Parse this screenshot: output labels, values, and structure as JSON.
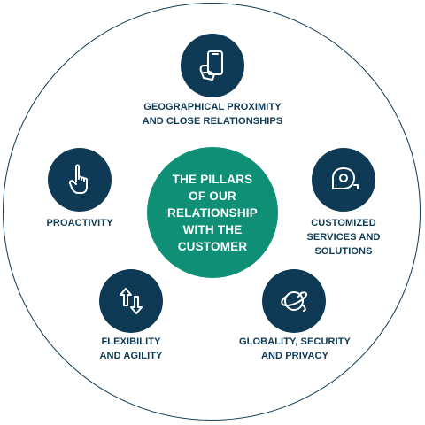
{
  "center": {
    "lines": [
      "THE PILLARS",
      "OF OUR",
      "RELATIONSHIP",
      "WITH THE",
      "CUSTOMER"
    ]
  },
  "pillars": [
    {
      "id": "geo",
      "icon": "smartphone-hand-icon",
      "lines": [
        "GEOGRAPHICAL PROXIMITY",
        "AND CLOSE RELATIONSHIPS"
      ]
    },
    {
      "id": "proactivity",
      "icon": "pointing-hand-icon",
      "lines": [
        "PROACTIVITY"
      ]
    },
    {
      "id": "customized",
      "icon": "measuring-tape-icon",
      "lines": [
        "CUSTOMIZED",
        "SERVICES AND",
        "SOLUTIONS"
      ]
    },
    {
      "id": "flexibility",
      "icon": "up-down-arrows-icon",
      "lines": [
        "FLEXIBILITY",
        "AND AGILITY"
      ]
    },
    {
      "id": "globality",
      "icon": "planet-orbit-icon",
      "lines": [
        "GLOBALITY, SECURITY",
        "AND PRIVACY"
      ]
    }
  ],
  "colors": {
    "navy": "#0e3a56",
    "green": "#0e8f76",
    "white": "#ffffff"
  }
}
